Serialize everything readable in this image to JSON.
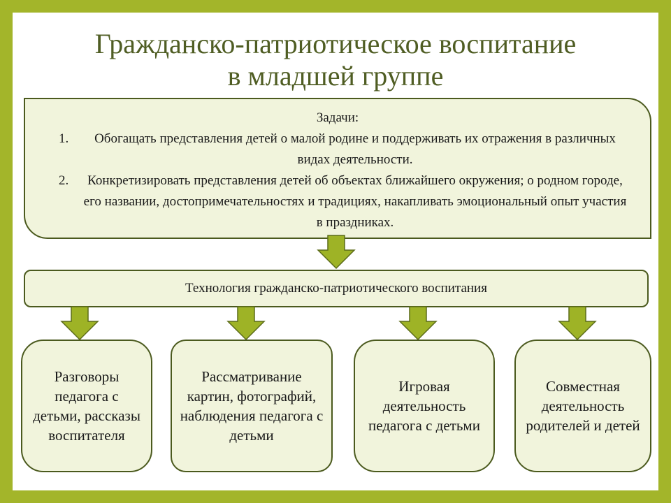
{
  "title": {
    "line1": "Гражданско-патриотическое воспитание",
    "line2": "в  младшей группе"
  },
  "tasks": {
    "heading": "Задачи:",
    "items": [
      {
        "num": "1.",
        "text": "Обогащать представления детей о малой родине и поддерживать их отражения в различных видах деятельности."
      },
      {
        "num": "2.",
        "text": "Конкретизировать представления детей об объектах ближайшего окружения; о родном городе, его названии, достопримечательностях и традициях, накапливать эмоциональный опыт участия в праздниках."
      }
    ]
  },
  "technology": {
    "label": "Технология гражданско-патриотического воспитания"
  },
  "methods": [
    {
      "label": "Разговоры педагога с детьми, рассказы воспитателя"
    },
    {
      "label": "Рассматривание картин, фотографий, наблюдения педагога с детьми"
    },
    {
      "label": "Игровая деятельность педагога с детьми"
    },
    {
      "label": "Совместная деятельность родителей и детей"
    }
  ],
  "colors": {
    "border_frame": "#a3b52a",
    "title_text": "#4f5d23",
    "box_fill": "#f1f4dc",
    "box_border": "#4b5a1e",
    "arrow_fill": "#9eb326"
  }
}
